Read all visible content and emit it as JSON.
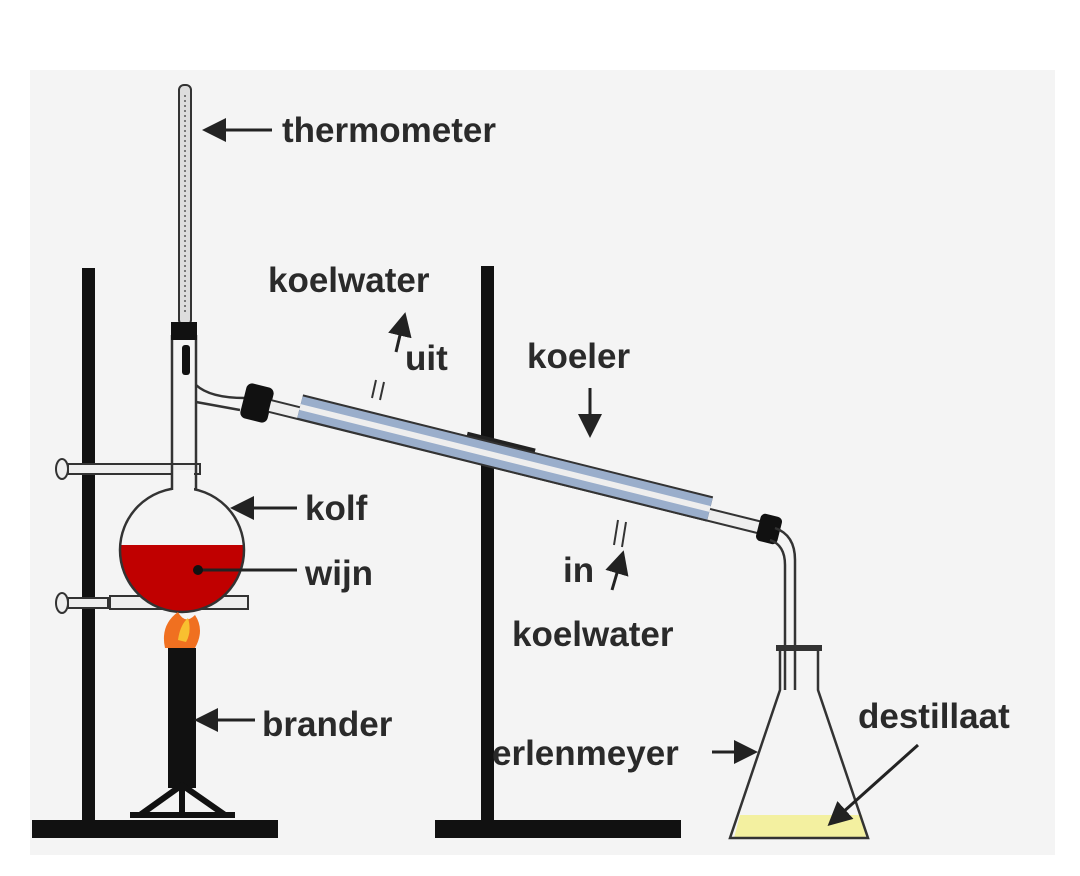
{
  "labels": {
    "thermometer": "thermometer",
    "koelwater_out": "koelwater",
    "uit": "uit",
    "koeler": "koeler",
    "kolf": "kolf",
    "wijn": "wijn",
    "in": "in",
    "koelwater_in": "koelwater",
    "brander": "brander",
    "erlenmeyer": "erlenmeyer",
    "destillaat": "destillaat"
  },
  "colors": {
    "background": "#f4f4f4",
    "wine": "#c00000",
    "distillate": "#f3f0a0",
    "flame": "#f07020",
    "coolant": "#9aaecb"
  }
}
